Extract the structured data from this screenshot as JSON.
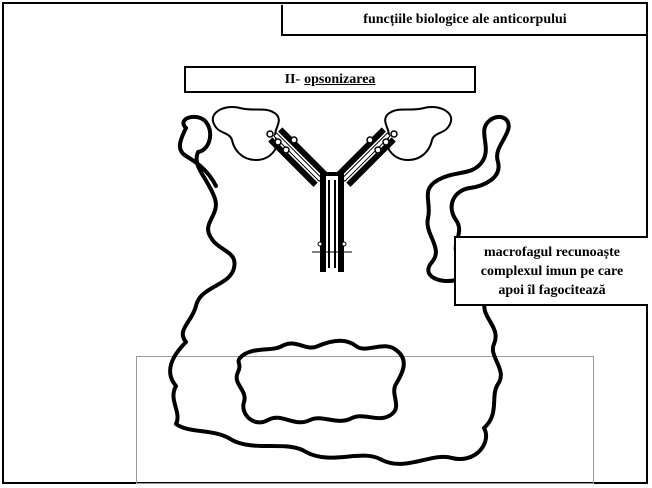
{
  "header": {
    "title": "funcțiile biologice ale anticorpului"
  },
  "section": {
    "number": "II-",
    "label": "opsonizarea"
  },
  "caption": {
    "line1": "macrofagul recunoaște",
    "line2": "complexul imun pe care",
    "line3": "apoi îl fagocitează"
  }
}
